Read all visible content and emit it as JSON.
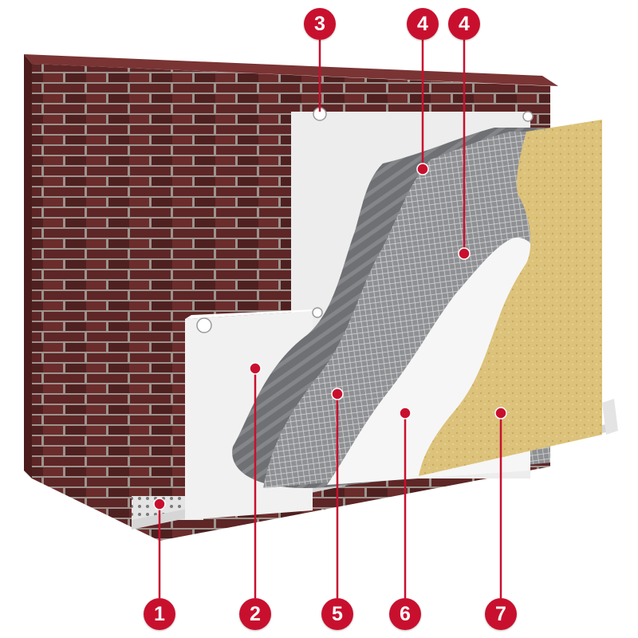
{
  "colors": {
    "accent": "#c8102e",
    "brick": "#5e2626",
    "mortar": "#9c938d",
    "insulation": "#ededed",
    "adhesive": "#6f7073",
    "mesh": "#9b9c9f",
    "primer": "#f6f6f6",
    "render": "#dcc27a",
    "profile": "#e4e4e4"
  },
  "callouts": [
    {
      "label": "1",
      "part": "base-profile"
    },
    {
      "label": "2",
      "part": "insulation-board"
    },
    {
      "label": "3",
      "part": "anchor-dowel"
    },
    {
      "label": "4",
      "part": "adhesive-layer"
    },
    {
      "label": "4",
      "part": "reinforced-adhesive-layer"
    },
    {
      "label": "5",
      "part": "reinforcement-mesh"
    },
    {
      "label": "6",
      "part": "primer-coat"
    },
    {
      "label": "7",
      "part": "decorative-render"
    }
  ]
}
